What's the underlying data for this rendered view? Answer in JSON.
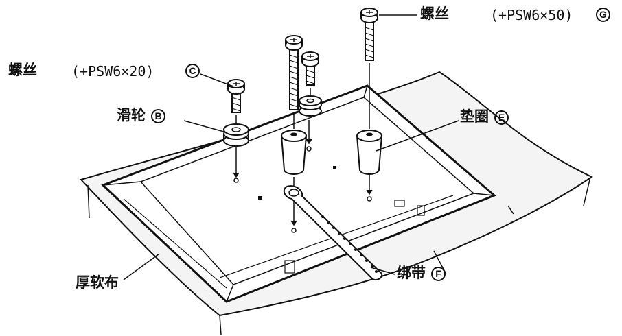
{
  "labels": {
    "screw_long": {
      "name": "螺丝",
      "spec": "(+PSW6×50)",
      "mark": "G"
    },
    "screw_short": {
      "name": "螺丝",
      "spec": "(+PSW6×20)",
      "mark": "C"
    },
    "pulley": {
      "name": "滑轮",
      "mark": "B"
    },
    "washer": {
      "name": "垫圈",
      "mark": "E"
    },
    "strap": {
      "name": "绑带",
      "mark": "F"
    },
    "cloth": {
      "name": "厚软布"
    }
  },
  "colors": {
    "line": "#111111",
    "fill": "#ffffff",
    "shade": "#e8e8e8"
  }
}
